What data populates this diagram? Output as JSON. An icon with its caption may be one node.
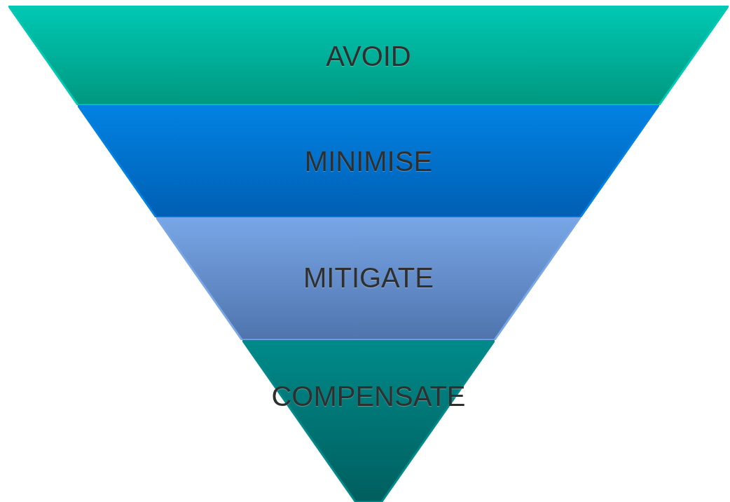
{
  "diagram": {
    "nodes": [
      {
        "text": [
          "AVOID"
        ]
      },
      {
        "text": [
          "MINIMISE"
        ]
      },
      {
        "text": [
          "MITIGATE"
        ]
      },
      {
        "text": [
          "COMPENSATE"
        ]
      }
    ]
  }
}
